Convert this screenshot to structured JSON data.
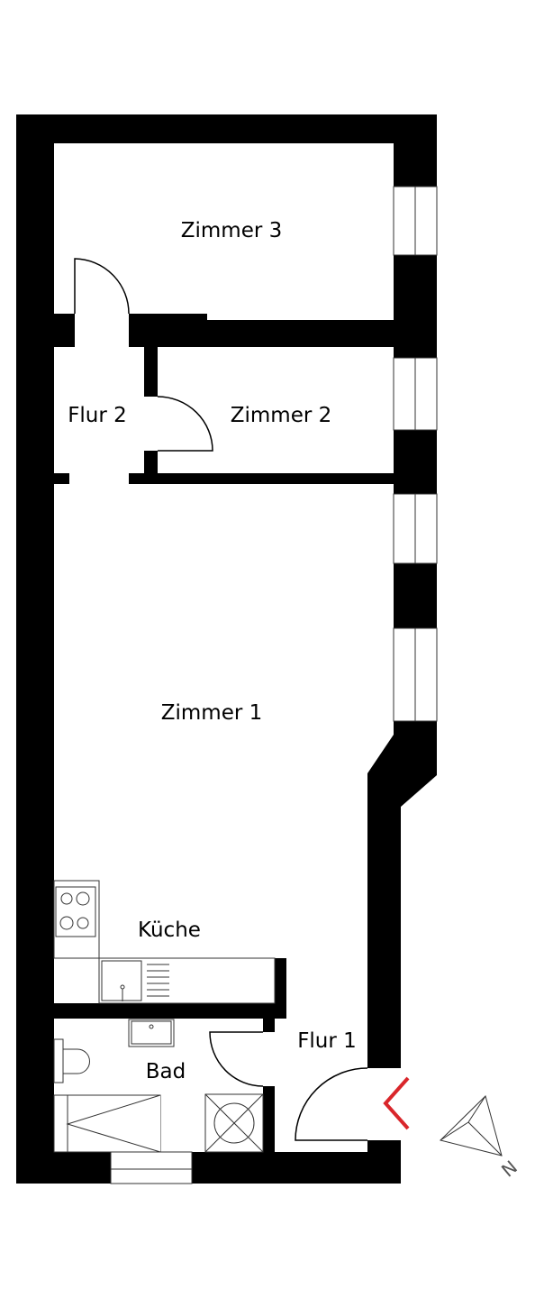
{
  "rooms": {
    "zimmer3": "Zimmer 3",
    "flur2": "Flur 2",
    "zimmer2": "Zimmer 2",
    "zimmer1": "Zimmer 1",
    "kueche": "Küche",
    "flur1": "Flur 1",
    "bad": "Bad"
  },
  "compass": {
    "label": "N",
    "icon": "north-arrow-icon"
  },
  "entrance": {
    "icon": "entrance-arrow-icon",
    "color": "#d9262b"
  }
}
